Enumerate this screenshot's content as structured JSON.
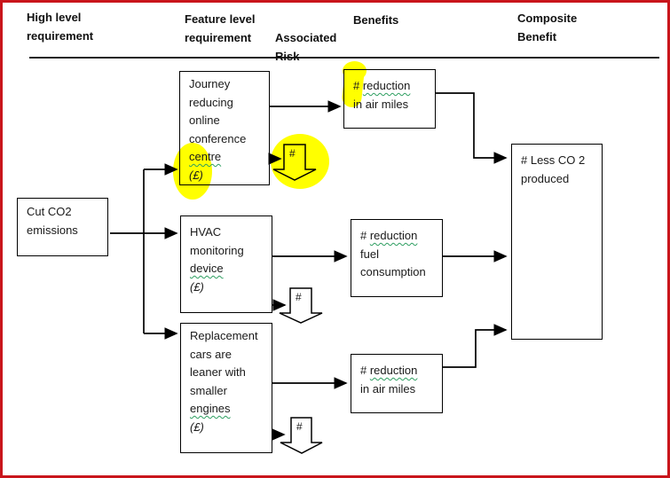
{
  "palette": {
    "frame_red": "#c9151b",
    "highlight_yellow": "#ffff00",
    "squiggle_green": "#2e9e60",
    "line_black": "#000000"
  },
  "headers": {
    "high_level": "High level requirement",
    "feature_level": "Feature level requirement",
    "associated_risk": "Associated Risk",
    "benefits": "Benefits",
    "composite_benefit": "Composite Benefit"
  },
  "nodes": {
    "cut_co2": {
      "l1": "Cut CO2",
      "l2": "emissions"
    },
    "journey": {
      "l1": "Journey",
      "l2": "reducing",
      "l3": "online",
      "l4": "conference",
      "l5": "centre",
      "l6": "(£)"
    },
    "hvac": {
      "l1": "HVAC",
      "l2": "monitoring",
      "l3": "device",
      "l4": "(£)"
    },
    "replacement": {
      "l1": "Replacement",
      "l2": "cars are",
      "l3": "leaner with",
      "l4": "smaller",
      "l5": "engines",
      "l6": "(£)"
    },
    "benefit_air_top": {
      "hash": "# ",
      "word": "reduction",
      "l2": "in air miles"
    },
    "benefit_fuel": {
      "hash": "# ",
      "word": "reduction",
      "l2": "fuel",
      "l3": "consumption"
    },
    "benefit_air_bottom": {
      "hash": "# ",
      "word": "reduction",
      "l2": "in air miles"
    },
    "composite": {
      "l1": "# Less CO 2",
      "l2": "produced"
    }
  },
  "risk_icons": {
    "risk1": {
      "label": "#"
    },
    "risk2": {
      "label": "#"
    },
    "risk3": {
      "label": "#"
    }
  }
}
